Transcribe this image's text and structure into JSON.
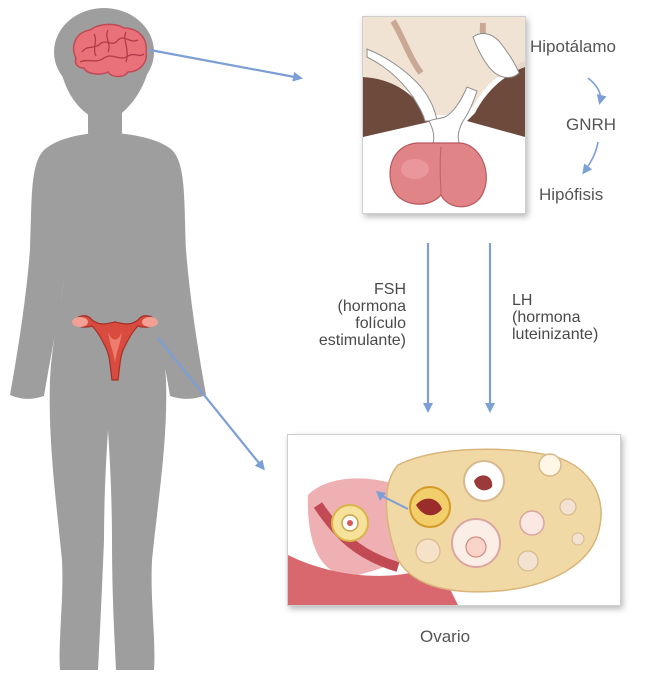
{
  "colors": {
    "silhouette": "#9e9e9e",
    "arrow": "#7c9fd6",
    "brain": "#e8717a",
    "uterus": "#d94a3f",
    "pituitary": "#e08487",
    "ovary": "#f1d9a6",
    "text": "#555555"
  },
  "labels": {
    "hypothalamus": "Hipotálamo",
    "gnrh": "GNRH",
    "pituitary": "Hipófisis",
    "fsh": {
      "line1": "FSH",
      "line2": "(hormona",
      "line3": "folículo",
      "line4": "estimulante)"
    },
    "lh": {
      "line1": "LH",
      "line2": "(hormona",
      "line3": "luteinizante)"
    },
    "ovary": "Ovario"
  },
  "icons": [
    "body-silhouette-icon",
    "brain-icon",
    "uterus-icon",
    "pituitary-gland-illustration",
    "ovary-illustration"
  ]
}
